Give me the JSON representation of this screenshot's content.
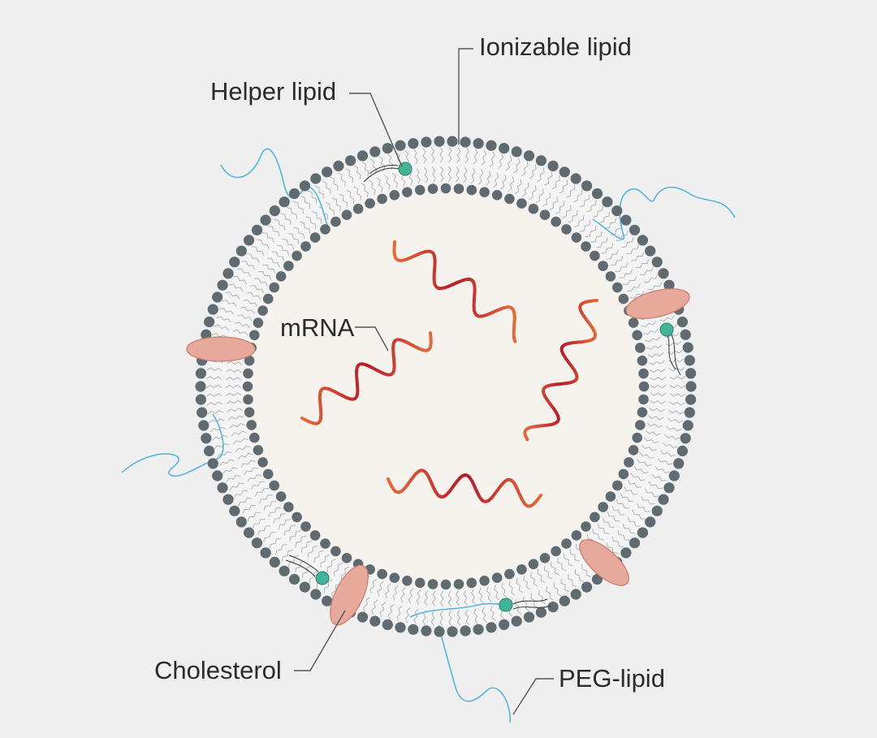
{
  "labels": {
    "ionizable_lipid": "Ionizable lipid",
    "helper_lipid": "Helper lipid",
    "mrna": "mRNA",
    "cholesterol": "Cholesterol",
    "peg_lipid": "PEG-lipid"
  },
  "colors": {
    "background": "#efefef",
    "core": "#f6f3ee",
    "lipid_head": "#5f6b70",
    "lipid_tail": "#a9aeb2",
    "cholesterol": "#e7a99b",
    "helper_lipid": "#43b39a",
    "peg": "#56b5df",
    "mrna_dark": "#b81c2c",
    "mrna_light": "#e56a3a",
    "leader": "#555555"
  }
}
